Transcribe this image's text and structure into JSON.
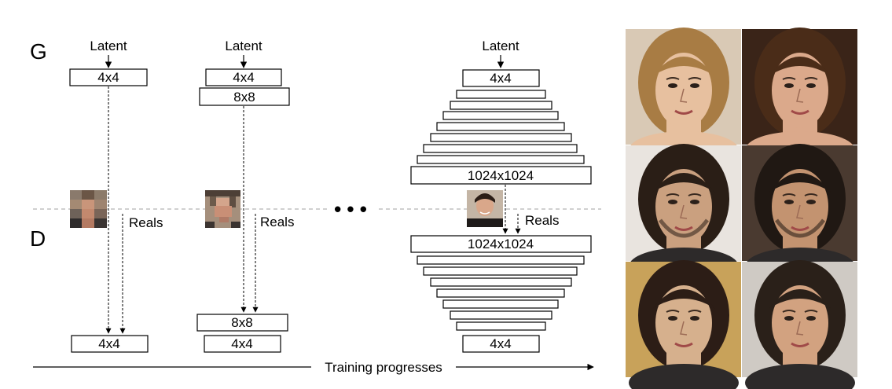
{
  "gen_label": "G",
  "disc_label": "D",
  "latent_label": "Latent",
  "reals_label": "Reals",
  "footer_label": "Training progresses",
  "ellipsis": "• • •",
  "stages": [
    {
      "g_blocks": [
        "4x4"
      ],
      "d_blocks": [
        "4x4"
      ]
    },
    {
      "g_blocks": [
        "4x4",
        "8x8"
      ],
      "d_blocks": [
        "8x8",
        "4x4"
      ]
    },
    {
      "g_top": "4x4",
      "g_bottom": "1024x1024",
      "d_top": "1024x1024",
      "d_bottom": "4x4"
    }
  ],
  "sample_faces": [
    {
      "skin": "#e7c09f",
      "hair": "#a87c44"
    },
    {
      "skin": "#dba98b",
      "hair": "#4a2c18"
    },
    {
      "skin": "#caa07f",
      "hair": "#2a1e16"
    },
    {
      "skin": "#c39370",
      "hair": "#201813"
    },
    {
      "skin": "#d6b08d",
      "hair": "#2c1d16"
    },
    {
      "skin": "#d2a280",
      "hair": "#2a2019"
    }
  ]
}
